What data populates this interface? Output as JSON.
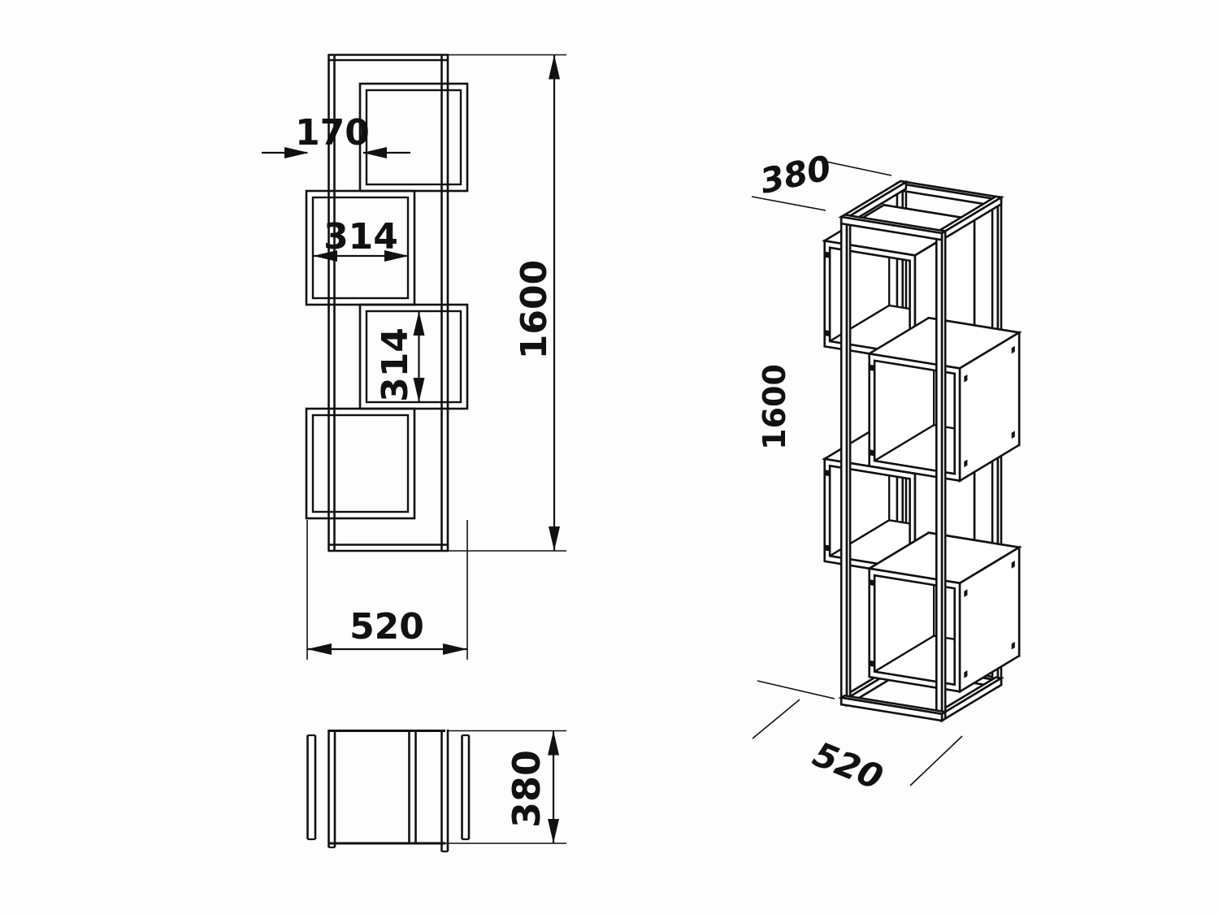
{
  "drawing": {
    "kind": "furniture-technical-drawing",
    "views": {
      "front": {
        "labels": {
          "offset_top": "170",
          "inner_width": "314",
          "inner_height": "314",
          "height": "1600",
          "width": "520"
        }
      },
      "plan": {
        "labels": {
          "depth": "380"
        }
      },
      "iso": {
        "labels": {
          "depth": "380",
          "height": "1600",
          "width": "520"
        }
      }
    },
    "colors": {
      "line": "#111111",
      "background": "#fdfdfd"
    }
  }
}
